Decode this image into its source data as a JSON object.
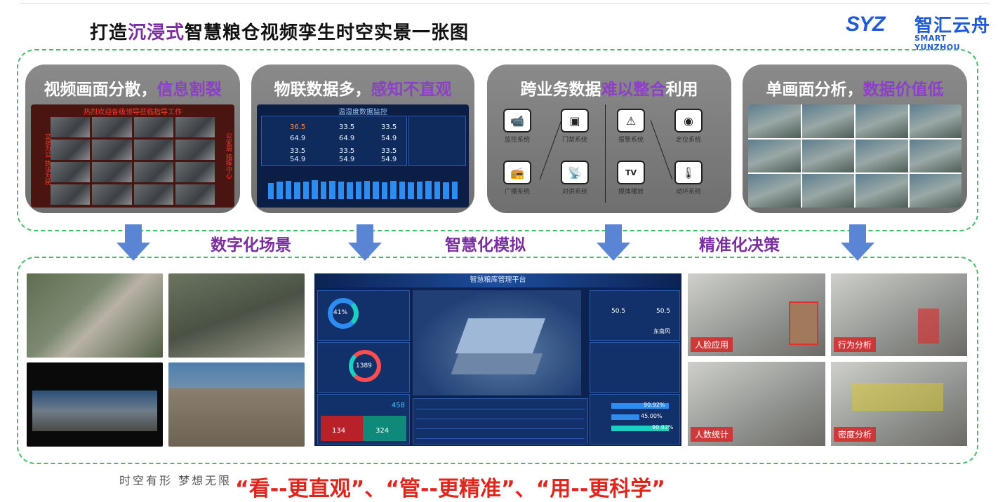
{
  "header": {
    "title_prefix": "打造",
    "title_highlight": "沉浸式",
    "title_suffix": "智慧粮仓视频孪生时空实景一张图"
  },
  "logo": {
    "mark": "SYZ",
    "cn": "智汇云舟",
    "en": "SMART YUNZHOU"
  },
  "problems": [
    {
      "label_a": "视频画面分散，",
      "label_b": "信息割裂"
    },
    {
      "label_a": "物联数据多，",
      "label_b": "感知不直观"
    },
    {
      "label_a": "跨业务数据",
      "label_b": "难以整合",
      "label_c": "利用"
    },
    {
      "label_a": "单画面分析，",
      "label_b": "数据价值低"
    }
  ],
  "card1_pic": {
    "banner": "热烈欢迎各级领导莅临指导工作",
    "left": "立足为公",
    "left2": "执法为民",
    "right": "公安局",
    "right2": "指挥中心"
  },
  "card2_pic": {
    "title": "温湿度数据监控",
    "values": [
      "36.5",
      "64.9",
      "33.5",
      "64.9",
      "33.5",
      "54.9",
      "33.5",
      "54.9",
      "33.5",
      "54.9",
      "33.5",
      "54.9"
    ],
    "bars": [
      0.55,
      0.6,
      0.62,
      0.58,
      0.6,
      0.64,
      0.6,
      0.62,
      0.6,
      0.58,
      0.6,
      0.62,
      0.6,
      0.58,
      0.62,
      0.6,
      0.58,
      0.6,
      0.62,
      0.6,
      0.58,
      0.6
    ]
  },
  "card3_pic": {
    "items": [
      {
        "icon": "📹",
        "label": "监控系统"
      },
      {
        "icon": "▣",
        "label": "门禁系统"
      },
      {
        "icon": "⚠",
        "label": "报警系统"
      },
      {
        "icon": "◉",
        "label": "定位系统"
      },
      {
        "icon": "📻",
        "label": "广播系统"
      },
      {
        "icon": "📡",
        "label": "对讲系统"
      },
      {
        "icon": "TV",
        "label": "媒体播放"
      },
      {
        "icon": "🌡",
        "label": "动环系统"
      }
    ]
  },
  "subtitles": [
    "数字化场景",
    "智慧化模拟",
    "精准化决策"
  ],
  "platform": {
    "title": "智慧粮库管理平台",
    "donut1": "41%",
    "donut2": "1389",
    "stat1": "458",
    "stat2": "134",
    "stat3": "324",
    "env": [
      "50.5",
      "50.5"
    ],
    "wind": "东南风",
    "bars": [
      {
        "label": "",
        "value": "90.92%"
      },
      {
        "label": "",
        "value": "45.00%"
      },
      {
        "label": "",
        "value": "90.92%"
      }
    ]
  },
  "analysis": [
    {
      "tag": "人脸应用"
    },
    {
      "tag": "行为分析"
    },
    {
      "tag": "人数统计"
    },
    {
      "tag": "密度分析"
    }
  ],
  "footer": {
    "motto": "时空有形 梦想无限",
    "slogan": "“看--更直观”、“管--更精准”、“用--更科学”"
  },
  "colors": {
    "accent_purple": "#7a2fa0",
    "dashed_green": "#3fbf6a",
    "arrow_blue": "#5a84d4",
    "slogan_red": "#e0261c",
    "logo_blue": "#1f5bd6"
  }
}
